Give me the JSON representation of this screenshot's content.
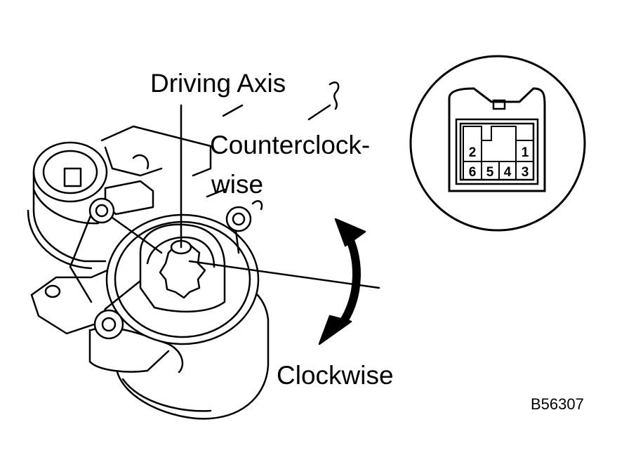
{
  "labels": {
    "driving_axis": "Driving Axis",
    "counterclockwise_line1": "Counterclock-",
    "counterclockwise_line2": "wise",
    "clockwise": "Clockwise",
    "figure_code": "B56307"
  },
  "connector": {
    "pins_top": [
      "2",
      "1"
    ],
    "pins_bottom": [
      "6",
      "5",
      "4",
      "3"
    ]
  }
}
